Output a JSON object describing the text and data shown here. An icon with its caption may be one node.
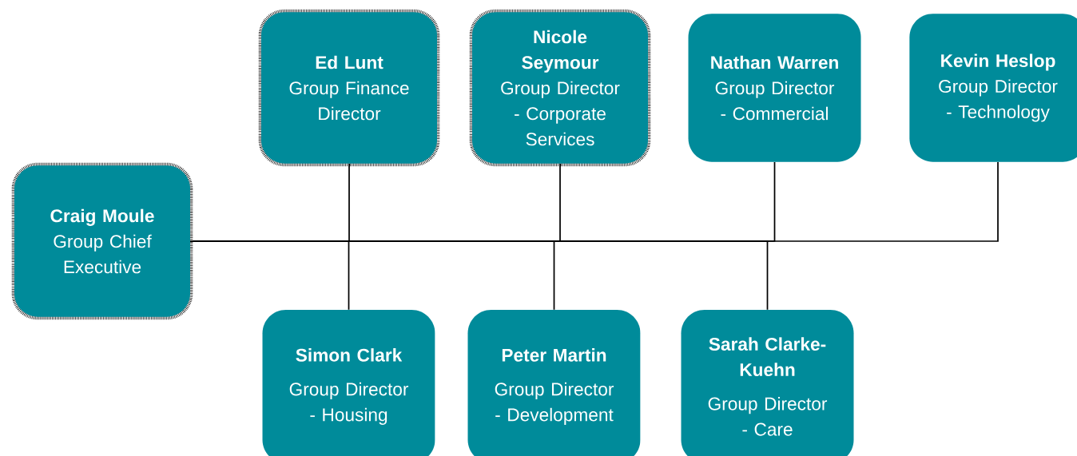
{
  "diagram": {
    "nodes": [
      {
        "text": [
          "Ed Lunt",
          "Group Finance Director"
        ]
      },
      {
        "text": [
          "Nicole Seymour",
          "Group Director - Corporate Services"
        ]
      },
      {
        "text": [
          "Nathan Warren",
          "Group Director - Commercial"
        ]
      },
      {
        "text": [
          "Kevin Heslop",
          "Group Director - Technology"
        ]
      },
      {
        "text": [
          "Craig Moule",
          "Group Chief Executive"
        ]
      },
      {
        "text": [
          "Simon Clark",
          "Group Director - Housing"
        ]
      },
      {
        "text": [
          "Peter Martin",
          "Group Director - Development"
        ]
      },
      {
        "text": [
          "Sarah Clarke-Kuehn",
          "Group Director - Care"
        ]
      }
    ],
    "edges": [
      {
        "from": 4,
        "to": 0,
        "arrow": "none"
      },
      {
        "from": 4,
        "to": 1,
        "arrow": "none"
      },
      {
        "from": 4,
        "to": 2,
        "arrow": "none"
      },
      {
        "from": 4,
        "to": 3,
        "arrow": "none"
      },
      {
        "from": 4,
        "to": 5,
        "arrow": "none"
      },
      {
        "from": 4,
        "to": 6,
        "arrow": "none"
      },
      {
        "from": 4,
        "to": 7,
        "arrow": "none"
      }
    ]
  }
}
